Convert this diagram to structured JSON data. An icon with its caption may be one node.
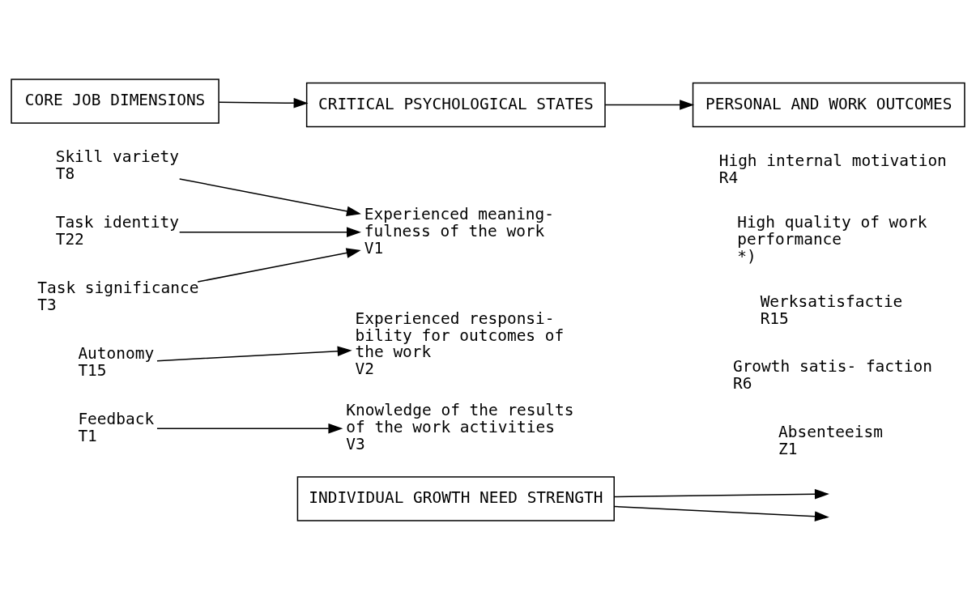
{
  "diagram": {
    "nodes": [
      {
        "text": [
          "CORE JOB DIMENSIONS"
        ]
      },
      {
        "text": [
          "CRITICAL PSYCHOLOGICAL STATES"
        ]
      },
      {
        "text": [
          "PERSONAL AND WORK OUTCOMES"
        ]
      },
      {
        "text": [
          "Skill variety",
          "T8"
        ]
      },
      {
        "text": [
          "Task identity",
          "T22"
        ]
      },
      {
        "text": [
          "Task significance",
          "T3"
        ]
      },
      {
        "text": [
          "Autonomy",
          "T15"
        ]
      },
      {
        "text": [
          "Feedback",
          "T1"
        ]
      },
      {
        "text": [
          "Experienced meaning- fulness of the work",
          "V1"
        ]
      },
      {
        "text": [
          "Experienced responsi- bility for outcomes of the work",
          "V2"
        ]
      },
      {
        "text": [
          "Knowledge of the results of the work activities",
          "V3"
        ]
      },
      {
        "text": [
          "High internal motivation",
          "R4"
        ]
      },
      {
        "text": [
          "High quality of work performance",
          "*)"
        ]
      },
      {
        "text": [
          "Werksatisfactie",
          "R15"
        ]
      },
      {
        "text": [
          "Growth satis- faction",
          "R6"
        ]
      },
      {
        "text": [
          "Absenteeism",
          "Z1"
        ]
      },
      {
        "text": [
          "INDIVIDUAL GROWTH NEED STRENGTH"
        ]
      }
    ],
    "edges": [
      {
        "from": 0,
        "to": 1,
        "arrow": "to"
      },
      {
        "from": 1,
        "to": 2,
        "arrow": "to"
      },
      {
        "from": 3,
        "to": 8,
        "arrow": "to"
      },
      {
        "from": 4,
        "to": 8,
        "arrow": "to"
      },
      {
        "from": 5,
        "to": 8,
        "arrow": "to"
      },
      {
        "from": 6,
        "to": 9,
        "arrow": "to"
      },
      {
        "from": 7,
        "to": 10,
        "arrow": "to"
      },
      {
        "from": 16,
        "to": null,
        "arrow": "to"
      },
      {
        "from": 16,
        "to": null,
        "arrow": "to"
      }
    ]
  }
}
